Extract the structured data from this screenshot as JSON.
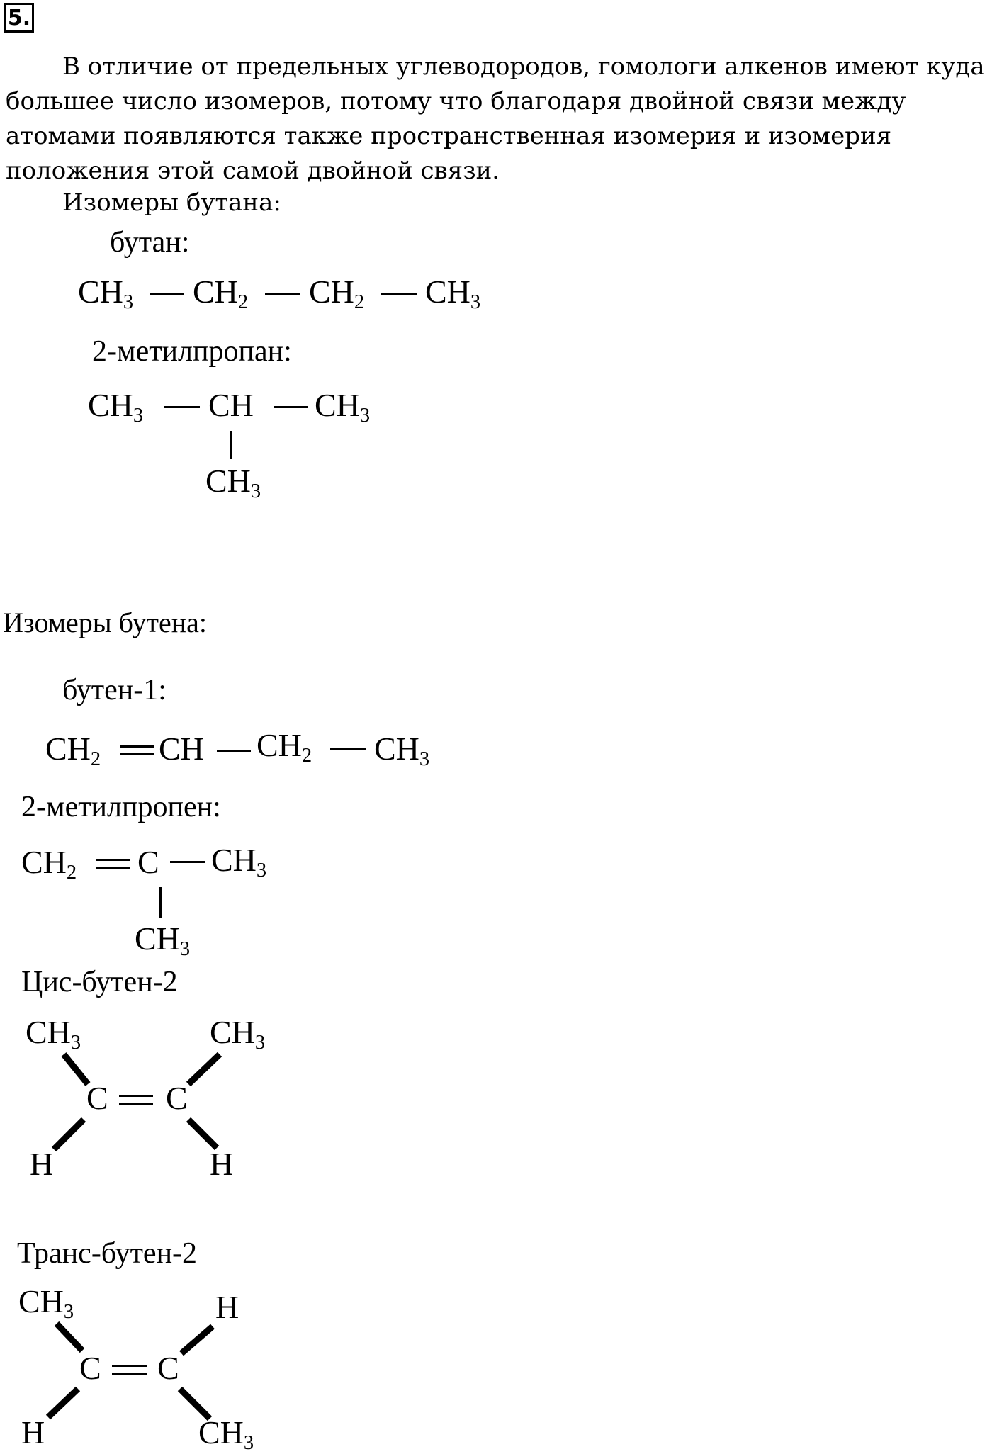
{
  "task_number": "5.",
  "intro_text": "В отличие от предельных углеводородов, гомологи алкенов имеют куда большее число изомеров, потому что благодаря двойной связи между атомами появляются также пространственная изомерия и изомерия положения этой самой двойной связи.",
  "alkane_heading": "Изомеры бутана:",
  "alkene_heading": "Изомеры бутена:",
  "structures": {
    "butane": {
      "name": "бутан:"
    },
    "methylpropane": {
      "name": "2-метилпропан:"
    },
    "butene1": {
      "name": "бутен-1:"
    },
    "methylpropene": {
      "name": "2-метилпропен:"
    },
    "cis_butene2": {
      "name": "Цис-бутен-2"
    },
    "trans_butene2": {
      "name": "Транс-бутен-2"
    }
  },
  "atoms": {
    "C": "C",
    "H": "H",
    "CH": "CH",
    "CH2_sub": "2",
    "CH3_sub": "3"
  }
}
